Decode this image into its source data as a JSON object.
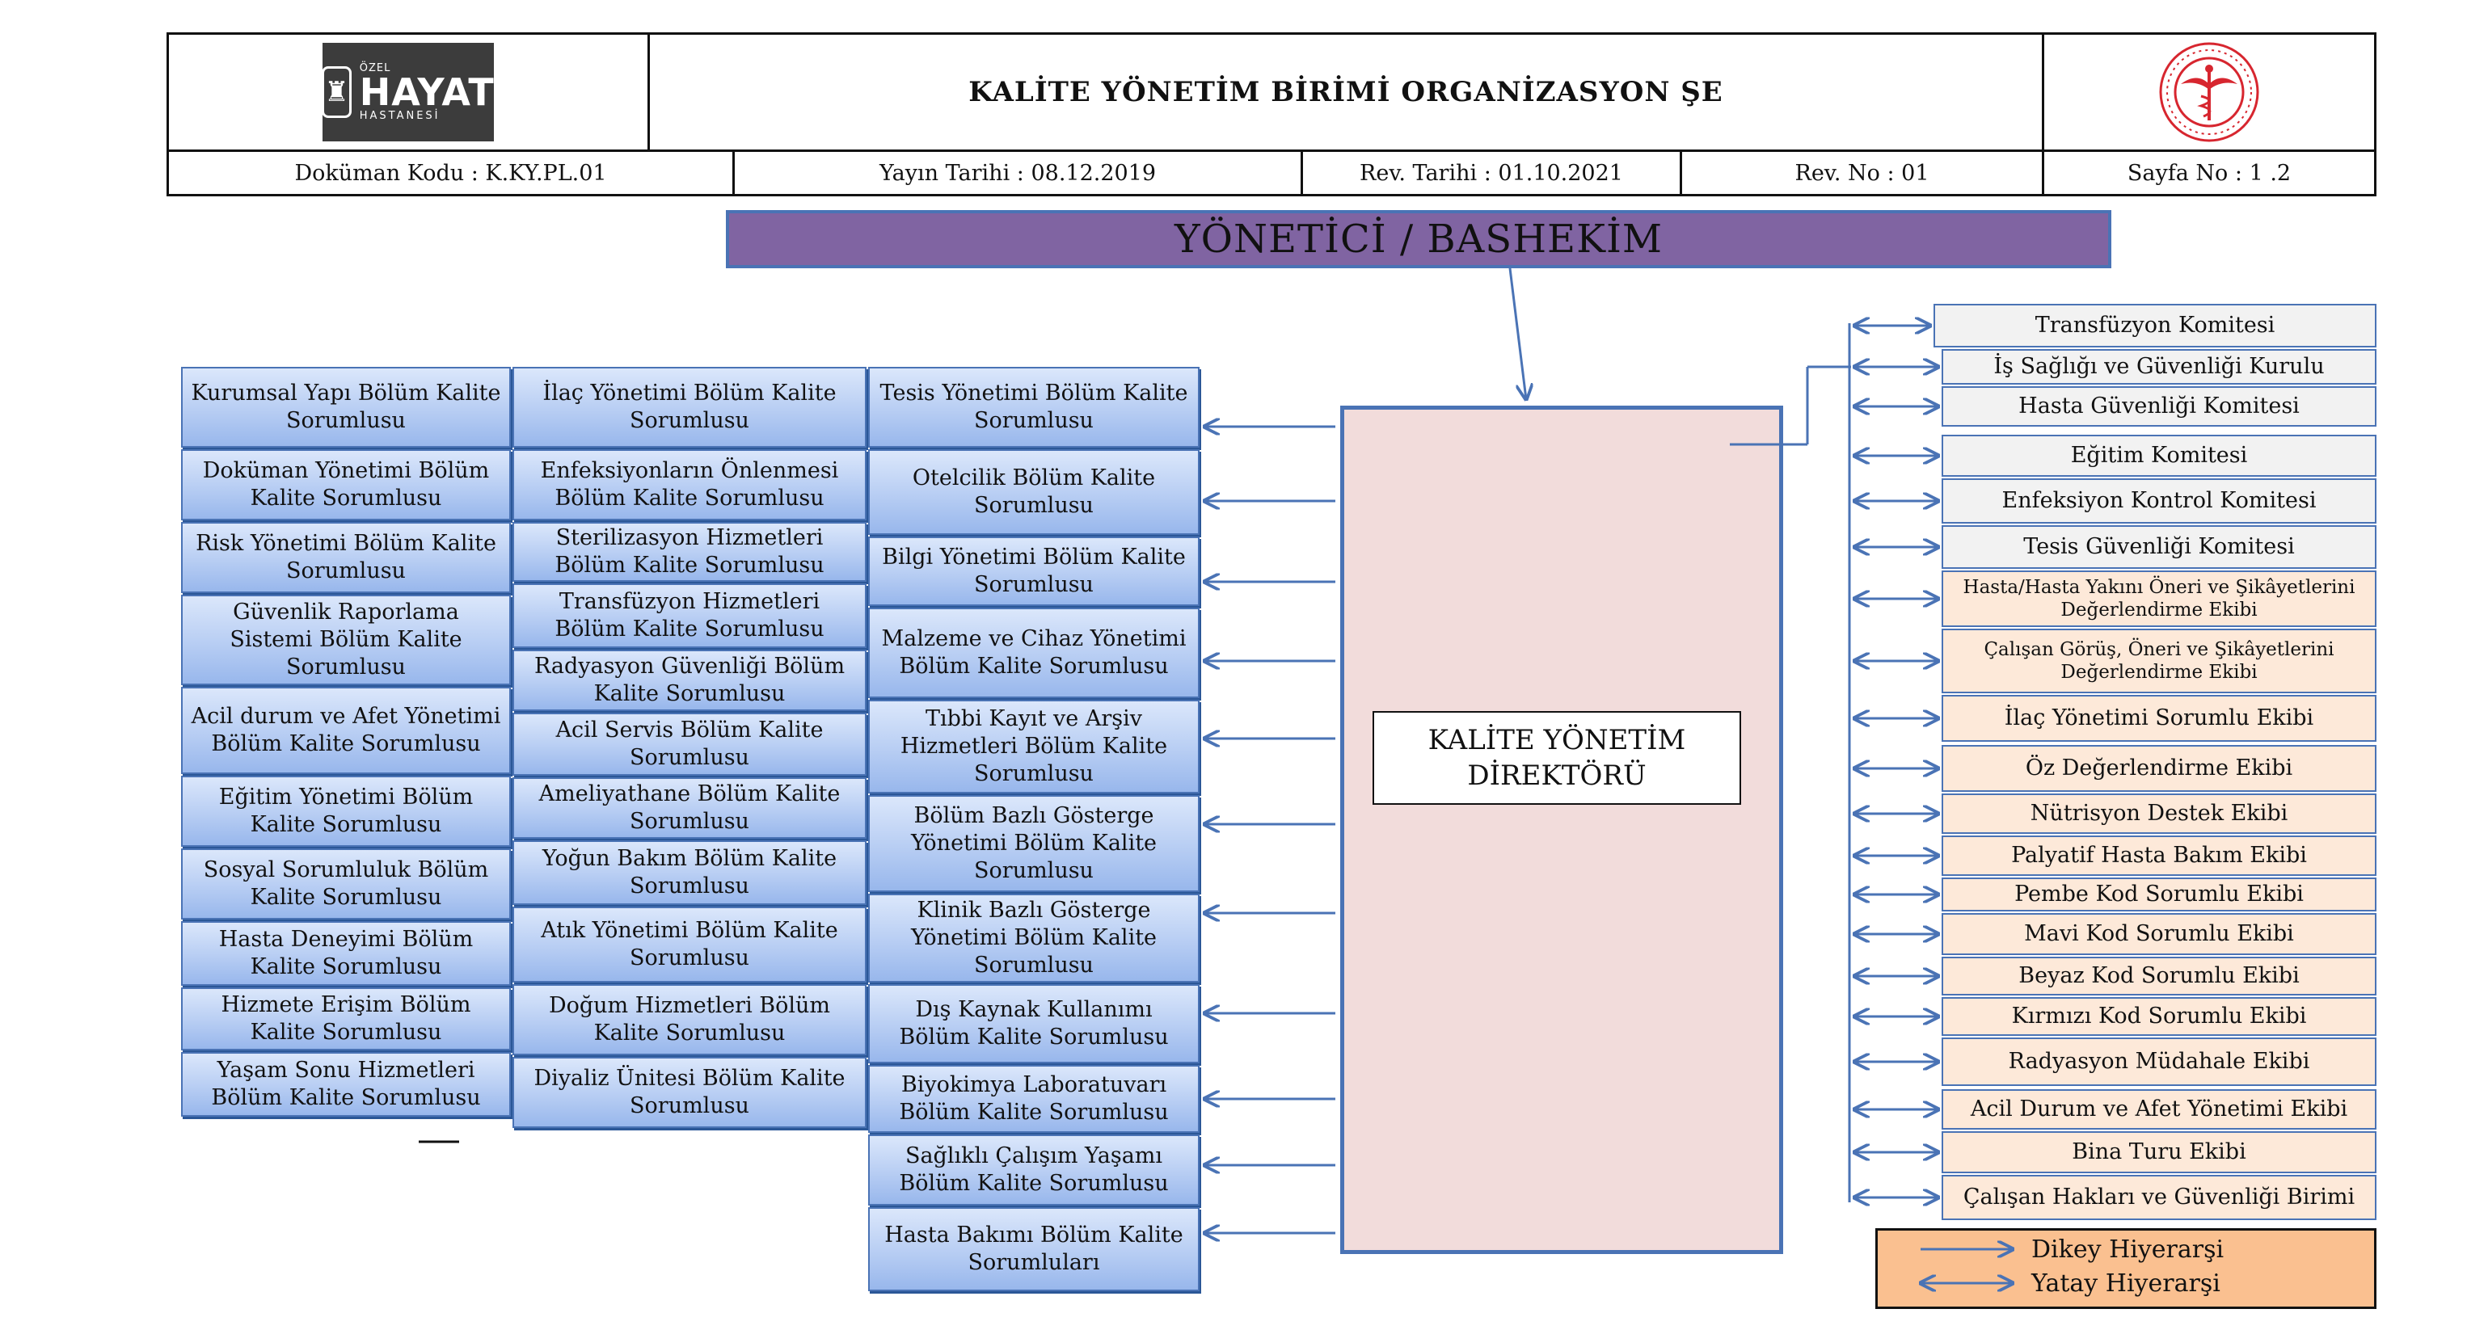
{
  "header": {
    "title": "KALİTE YÖNETİM BİRİMİ ORGANİZASYON ŞE",
    "logo_small": "ÖZEL",
    "logo_big": "HAYAT",
    "logo_sub": "HASTANESİ",
    "doc_code": "Doküman Kodu : K.KY.PL.01",
    "publish_date": "Yayın Tarihi : 08.12.2019",
    "rev_date": "Rev. Tarihi : 01.10.2021",
    "rev_no": "Rev. No : 01",
    "page_no": "Sayfa No : 1 .2"
  },
  "top_node": "YÖNETİCİ / BASHEKİM",
  "director": {
    "line1": "KALİTE YÖNETİM",
    "line2": "DİREKTÖRÜ"
  },
  "col1": [
    "Kurumsal Yapı Bölüm Kalite Sorumlusu",
    "Doküman Yönetimi Bölüm Kalite Sorumlusu",
    "Risk Yönetimi Bölüm Kalite Sorumlusu",
    "Güvenlik Raporlama Sistemi Bölüm Kalite Sorumlusu",
    "Acil durum ve Afet Yönetimi Bölüm Kalite Sorumlusu",
    "Eğitim Yönetimi Bölüm Kalite Sorumlusu",
    "Sosyal Sorumluluk Bölüm Kalite Sorumlusu",
    "Hasta Deneyimi Bölüm Kalite Sorumlusu",
    "Hizmete Erişim Bölüm Kalite Sorumlusu",
    "Yaşam Sonu Hizmetleri Bölüm Kalite Sorumlusu"
  ],
  "col2": [
    "İlaç Yönetimi Bölüm Kalite Sorumlusu",
    "Enfeksiyonların Önlenmesi Bölüm Kalite Sorumlusu",
    "Sterilizasyon Hizmetleri Bölüm Kalite Sorumlusu",
    "Transfüzyon Hizmetleri Bölüm Kalite Sorumlusu",
    "Radyasyon Güvenliği Bölüm Kalite Sorumlusu",
    "Acil Servis Bölüm Kalite Sorumlusu",
    "Ameliyathane Bölüm Kalite Sorumlusu",
    "Yoğun Bakım Bölüm Kalite Sorumlusu",
    "Atık Yönetimi Bölüm Kalite Sorumlusu",
    "Doğum Hizmetleri Bölüm Kalite Sorumlusu",
    "Diyaliz Ünitesi Bölüm Kalite Sorumlusu"
  ],
  "col3": [
    "Tesis Yönetimi Bölüm Kalite Sorumlusu",
    "Otelcilik Bölüm Kalite Sorumlusu",
    "Bilgi Yönetimi Bölüm Kalite Sorumlusu",
    "Malzeme ve Cihaz Yönetimi Bölüm Kalite Sorumlusu",
    "Tıbbi Kayıt ve Arşiv Hizmetleri Bölüm Kalite Sorumlusu",
    "Bölüm Bazlı Gösterge Yönetimi Bölüm Kalite Sorumlusu",
    "Klinik Bazlı Gösterge Yönetimi Bölüm Kalite Sorumlusu",
    "Dış Kaynak Kullanımı Bölüm Kalite Sorumlusu",
    "Biyokimya Laboratuvarı Bölüm Kalite Sorumlusu",
    "Sağlıklı Çalışım Yaşamı Bölüm Kalite Sorumlusu",
    "Hasta Bakımı Bölüm Kalite Sorumluları"
  ],
  "right": [
    "Transfüzyon Komitesi",
    "İş Sağlığı ve Güvenliği Kurulu",
    "Hasta Güvenliği Komitesi",
    "Eğitim Komitesi",
    "Enfeksiyon Kontrol Komitesi",
    "Tesis Güvenliği Komitesi",
    "Hasta/Hasta Yakını Öneri ve Şikâyetlerini Değerlendirme Ekibi",
    "Çalışan Görüş, Öneri ve Şikâyetlerini Değerlendirme Ekibi",
    "İlaç Yönetimi Sorumlu Ekibi",
    "Öz Değerlendirme Ekibi",
    "Nütrisyon Destek Ekibi",
    "Palyatif Hasta Bakım Ekibi",
    "Pembe Kod Sorumlu Ekibi",
    "Mavi Kod Sorumlu Ekibi",
    "Beyaz Kod Sorumlu Ekibi",
    "Kırmızı Kod Sorumlu Ekibi",
    "Radyasyon Müdahale Ekibi",
    "Acil Durum ve Afet Yönetimi Ekibi",
    "Bina Turu Ekibi",
    "Çalışan Hakları ve Güvenliği Birimi"
  ],
  "legend": {
    "vertical": "Dikey Hiyerarşi",
    "horizontal": "Yatay Hiyerarşi"
  },
  "colors": {
    "accent": "#4a73b5",
    "banner": "#8064a2",
    "director": "#f2dcdb",
    "legend": "#fac090",
    "peach": "#fde9d9",
    "grey": "#f2f2f2",
    "emblem": "#d7262f"
  }
}
